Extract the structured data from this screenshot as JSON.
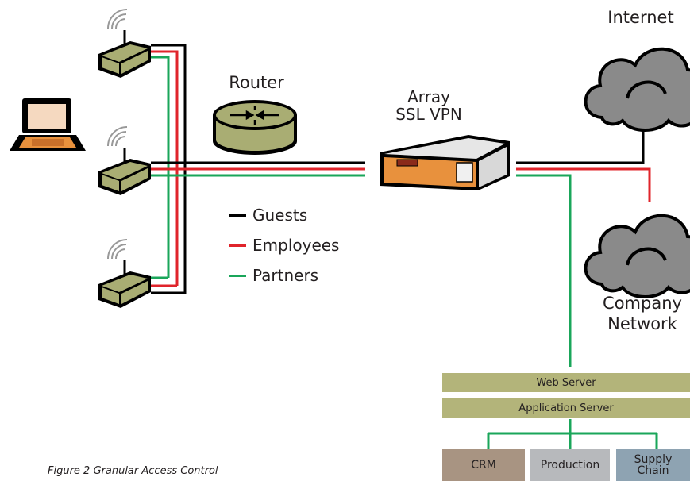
{
  "labels": {
    "router": "Router",
    "vpn_line1": "Array",
    "vpn_line2": "SSL VPN",
    "internet": "Internet",
    "company_line1": "Company",
    "company_line2": "Network"
  },
  "legend": [
    {
      "label": "Guests",
      "color": "#000000"
    },
    {
      "label": "Employees",
      "color": "#e0242b"
    },
    {
      "label": "Partners",
      "color": "#1aa65a"
    }
  ],
  "servers": {
    "web": "Web Server",
    "app": "Application Server"
  },
  "apps": {
    "crm": "CRM",
    "production": "Production",
    "supply_line1": "Supply",
    "supply_line2": "Chain"
  },
  "caption": "Figure 2 Granular Access Control",
  "colors": {
    "guests": "#000000",
    "employees": "#e0242b",
    "partners": "#1aa65a",
    "device_green": "#a9ad73",
    "server_bar": "#b3b47a",
    "crm": "#a89482",
    "production": "#b7b9bc",
    "supply_chain": "#8ea3b2",
    "vpn_orange": "#e8913d",
    "cloud": "#8a8a8a"
  },
  "icons": [
    "laptop-icon",
    "wireless-ap-icon",
    "router-icon",
    "vpn-appliance-icon",
    "cloud-icon"
  ]
}
